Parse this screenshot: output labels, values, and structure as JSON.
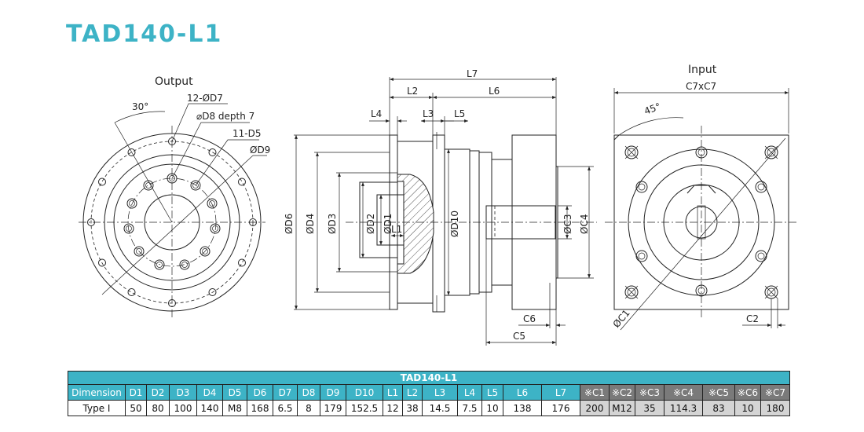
{
  "title": "TAD140-L1",
  "views": {
    "output_label": "Output",
    "input_label": "Input"
  },
  "callouts": {
    "angle_30": "30°",
    "hole_d7": "12-ØD7",
    "hole_d8": "⌀D8 depth 7",
    "hole_d5": "11-D5",
    "dia_d9": "ØD9",
    "angle_45": "45°",
    "c7xc7": "C7xC7",
    "dia_c1": "ØC1",
    "c2": "C2"
  },
  "side_dims": {
    "L7": "L7",
    "L2": "L2",
    "L6": "L6",
    "L4": "L4",
    "L3": "L3",
    "L5": "L5",
    "L1": "L1",
    "C6": "C6",
    "C5": "C5",
    "D6": "ØD6",
    "D4": "ØD4",
    "D3": "ØD3",
    "D2": "ØD2",
    "D1": "ØD1",
    "D10": "ØD10",
    "C3": "ØC3",
    "C4": "ØC4"
  },
  "table": {
    "caption": "TAD140-L1",
    "headers": [
      "Dimension",
      "D1",
      "D2",
      "D3",
      "D4",
      "D5",
      "D6",
      "D7",
      "D8",
      "D9",
      "D10",
      "L1",
      "L2",
      "L3",
      "L4",
      "L5",
      "L6",
      "L7",
      "※C1",
      "※C2",
      "※C3",
      "※C4",
      "※C5",
      "※C6",
      "※C7"
    ],
    "row": [
      "Type I",
      "50",
      "80",
      "100",
      "140",
      "M8",
      "168",
      "6.5",
      "8",
      "179",
      "152.5",
      "12",
      "38",
      "14.5",
      "7.5",
      "10",
      "138",
      "176",
      "200",
      "M12",
      "35",
      "114.3",
      "83",
      "10",
      "180"
    ]
  },
  "colors": {
    "accent": "#3db3c6",
    "gray_header": "#7a7a7a",
    "gray_cell": "#d4d4d4",
    "line": "#222222"
  }
}
